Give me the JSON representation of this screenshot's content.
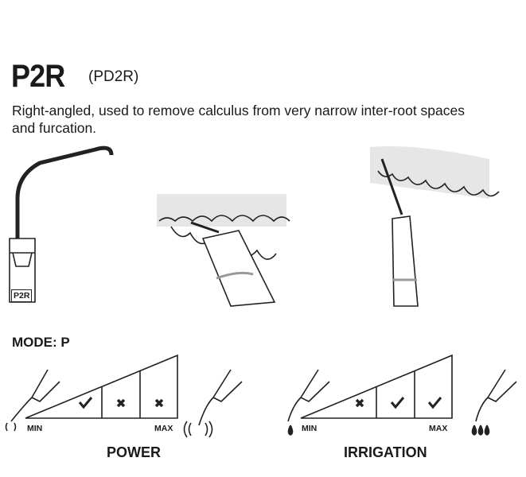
{
  "product": {
    "name": "P2R",
    "alt_name": "(PD2R)",
    "tip_label": "P2R"
  },
  "description": "Right-angled, used to remove calculus from very narrow inter-root spaces and furcation.",
  "mode": "MODE: P",
  "power": {
    "label": "POWER",
    "min": "MIN",
    "max": "MAX",
    "levels": [
      "check",
      "cross",
      "cross"
    ]
  },
  "irrigation": {
    "label": "IRRIGATION",
    "min": "MIN",
    "max": "MAX",
    "levels": [
      "cross",
      "check",
      "check"
    ]
  }
}
